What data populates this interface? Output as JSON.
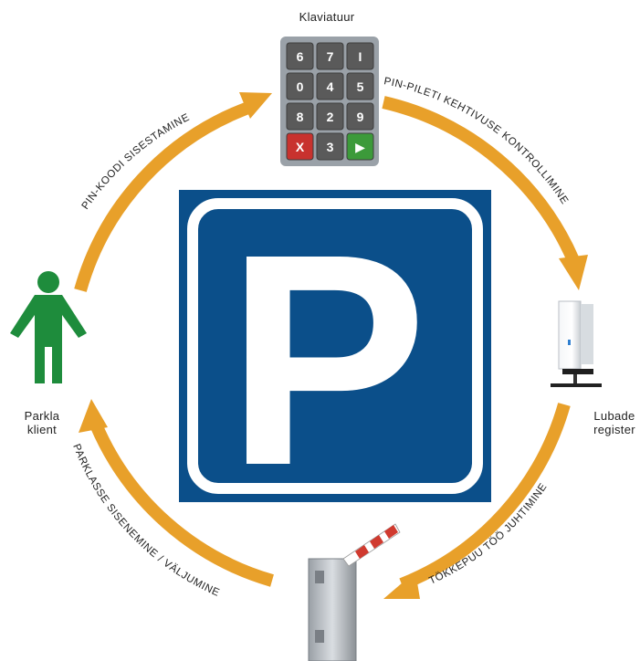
{
  "nodes": {
    "keypad": {
      "label": "Klaviatuur",
      "keys": [
        "6",
        "7",
        "I",
        "0",
        "4",
        "5",
        "8",
        "2",
        "9",
        "X",
        "3",
        "▶"
      ]
    },
    "client": {
      "label_line1": "Parkla",
      "label_line2": "klient"
    },
    "server": {
      "label_line1": "Lubade",
      "label_line2": "register"
    },
    "barrier": {
      "label": ""
    }
  },
  "center_sign": {
    "letter": "P"
  },
  "arrows": {
    "top_left": "PIN-KOODI SISESTAMINE",
    "top_right": "PIN-PILETI KEHTIVUSE KONTROLLIMINE",
    "bottom_right": "TÖKKEPUU TÖÖ JUHTIMINE",
    "bottom_left": "PARKLASSE SISENEMINE / VÄLJUMINE"
  },
  "colors": {
    "arrow": "#E8A02A",
    "sign_blue": "#0B4F8A",
    "person_green": "#1E8C3C",
    "key_dark": "#5a5a5a",
    "key_red": "#C8322E",
    "key_green": "#3C9A3A"
  }
}
